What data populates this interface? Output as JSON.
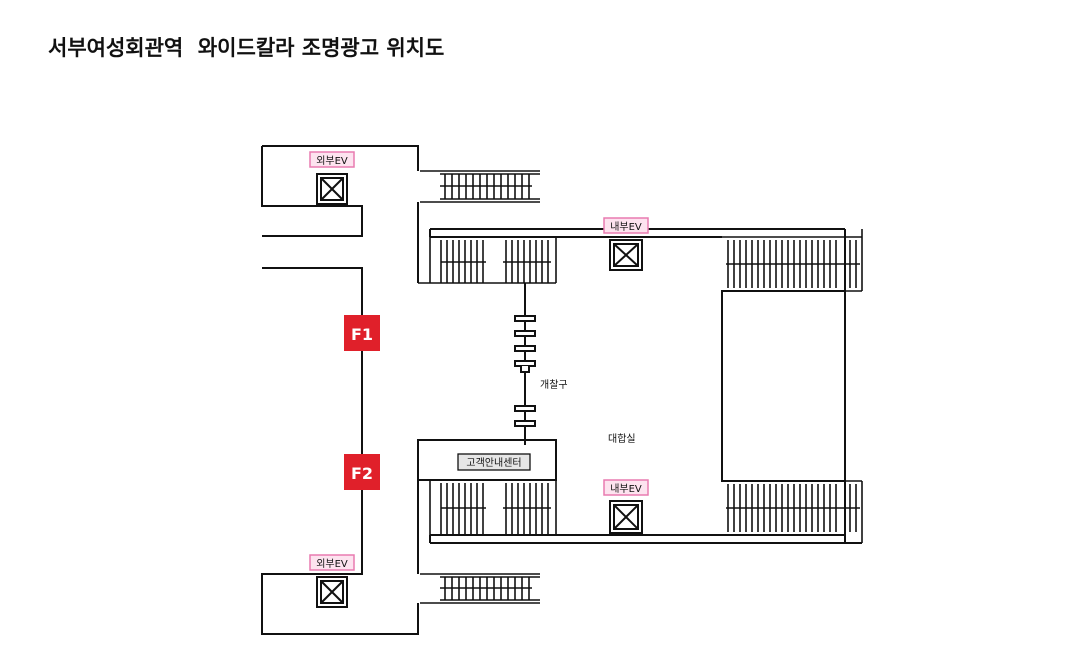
{
  "title": "서부여성회관역  와이드칼라 조명광고 위치도",
  "labels": {
    "ev_outer_top": "외부EV",
    "ev_outer_bottom": "외부EV",
    "ev_inner_top": "내부EV",
    "ev_inner_bottom": "내부EV",
    "gate": "개찰구",
    "hall": "대합실",
    "info_center": "고객안내센터",
    "f1": "F1",
    "f2": "F2"
  },
  "colors": {
    "ad_marker": "#e0202a",
    "ev_label_border": "#e97bb0",
    "ev_label_fill": "#fde3ef",
    "line": "#111111"
  }
}
